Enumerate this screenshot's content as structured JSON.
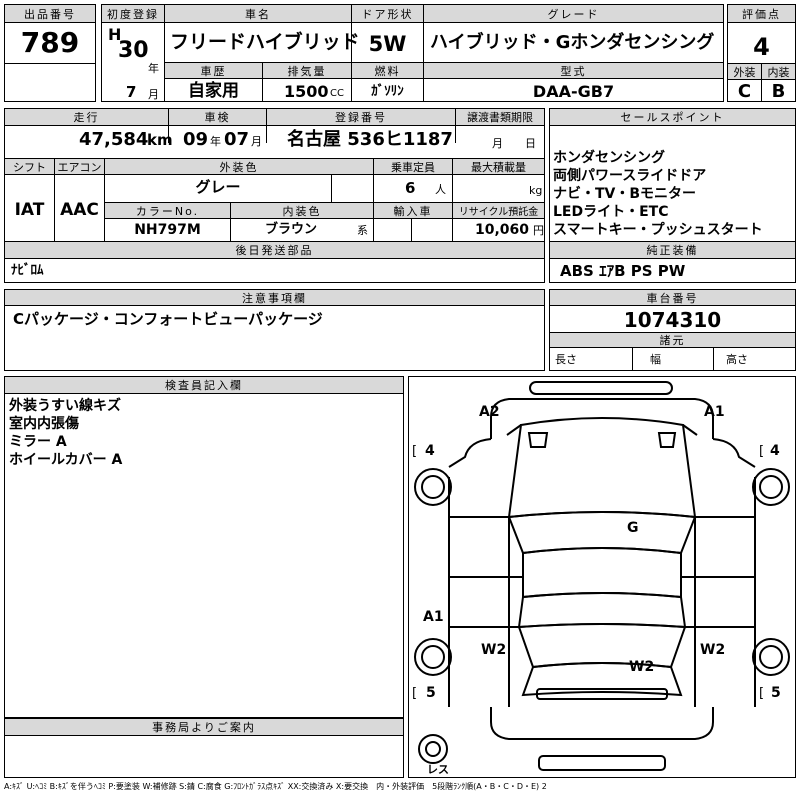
{
  "header": {
    "lot_label": "出品番号",
    "lot_value": "789",
    "first_reg_label": "初度登録",
    "era": "H",
    "year_value": "30",
    "year_unit": "年",
    "car_name_label": "車名",
    "car_name_value": "フリードハイブリッド",
    "door_label": "ドア形状",
    "door_value": "5W",
    "grade_label": "グレード",
    "grade_value": "ハイブリッド・Gホンダセンシング",
    "score_label": "評価点",
    "score_value": "4",
    "history_label": "車歴",
    "history_value": "自家用",
    "month_value": "7",
    "month_unit": "月",
    "displacement_label": "排気量",
    "displacement_value": "1500",
    "displacement_unit": "CC",
    "fuel_label": "燃料",
    "fuel_value": "ｶﾞｿﾘﾝ",
    "model_label": "型式",
    "model_value": "DAA-GB7",
    "ext_label": "外装",
    "ext_value": "C",
    "int_label": "内装",
    "int_value": "B"
  },
  "row2": {
    "mileage_label": "走行",
    "mileage_value": "47,584",
    "mileage_unit": "km",
    "inspection_label": "車検",
    "insp_year": "09",
    "insp_year_unit": "年",
    "insp_month": "07",
    "insp_month_unit": "月",
    "reg_label": "登録番号",
    "reg_value": "名古屋 536ヒ1187",
    "transfer_label": "譲渡書類期限",
    "transfer_month": "月",
    "transfer_day": "日",
    "shift_label": "シフト",
    "shift_value": "IAT",
    "ac_label": "エアコン",
    "ac_value": "AAC",
    "color_label": "外装色",
    "color_value": "グレー",
    "capacity_label": "乗車定員",
    "capacity_value": "6",
    "capacity_unit": "人",
    "load_label": "最大積載量",
    "load_unit": "kg",
    "colorno_label": "カラーNo.",
    "colorno_value": "NH797M",
    "interior_label": "内装色",
    "interior_value": "ブラウン",
    "interior_unit": "系",
    "import_label": "輸入車",
    "recycle_label": "リサイクル預託金",
    "recycle_value": "10,060",
    "recycle_unit": "円"
  },
  "sales": {
    "label": "セールスポイント",
    "items": [
      "ホンダセンシング",
      "両側パワースライドドア",
      "ナビ・TV・Bモニター",
      "LEDライト・ETC",
      "スマートキー・プッシュスタート"
    ]
  },
  "later_parts": {
    "label": "後日発送部品",
    "value": "ﾅﾋﾞﾛﾑ"
  },
  "equipment": {
    "label": "純正装備",
    "value": "ABS ｴｱB PS PW"
  },
  "notes": {
    "label": "注意事項欄",
    "value": "Cパッケージ・コンフォートビューパッケージ"
  },
  "chassis": {
    "label": "車台番号",
    "value": "1074310"
  },
  "specs": {
    "label": "諸元",
    "length": "長さ",
    "width": "幅",
    "height": "高さ"
  },
  "inspector": {
    "label": "検査員記入欄",
    "items": [
      "外装うすい線キズ",
      "室内内張傷",
      "ミラー A",
      "ホイールカバー A"
    ]
  },
  "office": {
    "label": "事務局よりご案内"
  },
  "diagram": {
    "marks": [
      "A2",
      "A1",
      "4",
      "4",
      "G",
      "A1",
      "W2",
      "W2",
      "W2",
      "5",
      "5"
    ],
    "spare_label": "レス"
  },
  "legend": "A:ｷｽﾞ U:ﾍｺﾐ B:ｷｽﾞを伴うﾍｺﾐ P:要塗装 W:補修跡 S:錆 C:腐食 G:ﾌﾛﾝﾄｶﾞﾗｽ点ｷｽﾞ XX:交換済み X:要交換　内・外装評価　5段階ﾗﾝｸ順(A・B・C・D・E) 2"
}
